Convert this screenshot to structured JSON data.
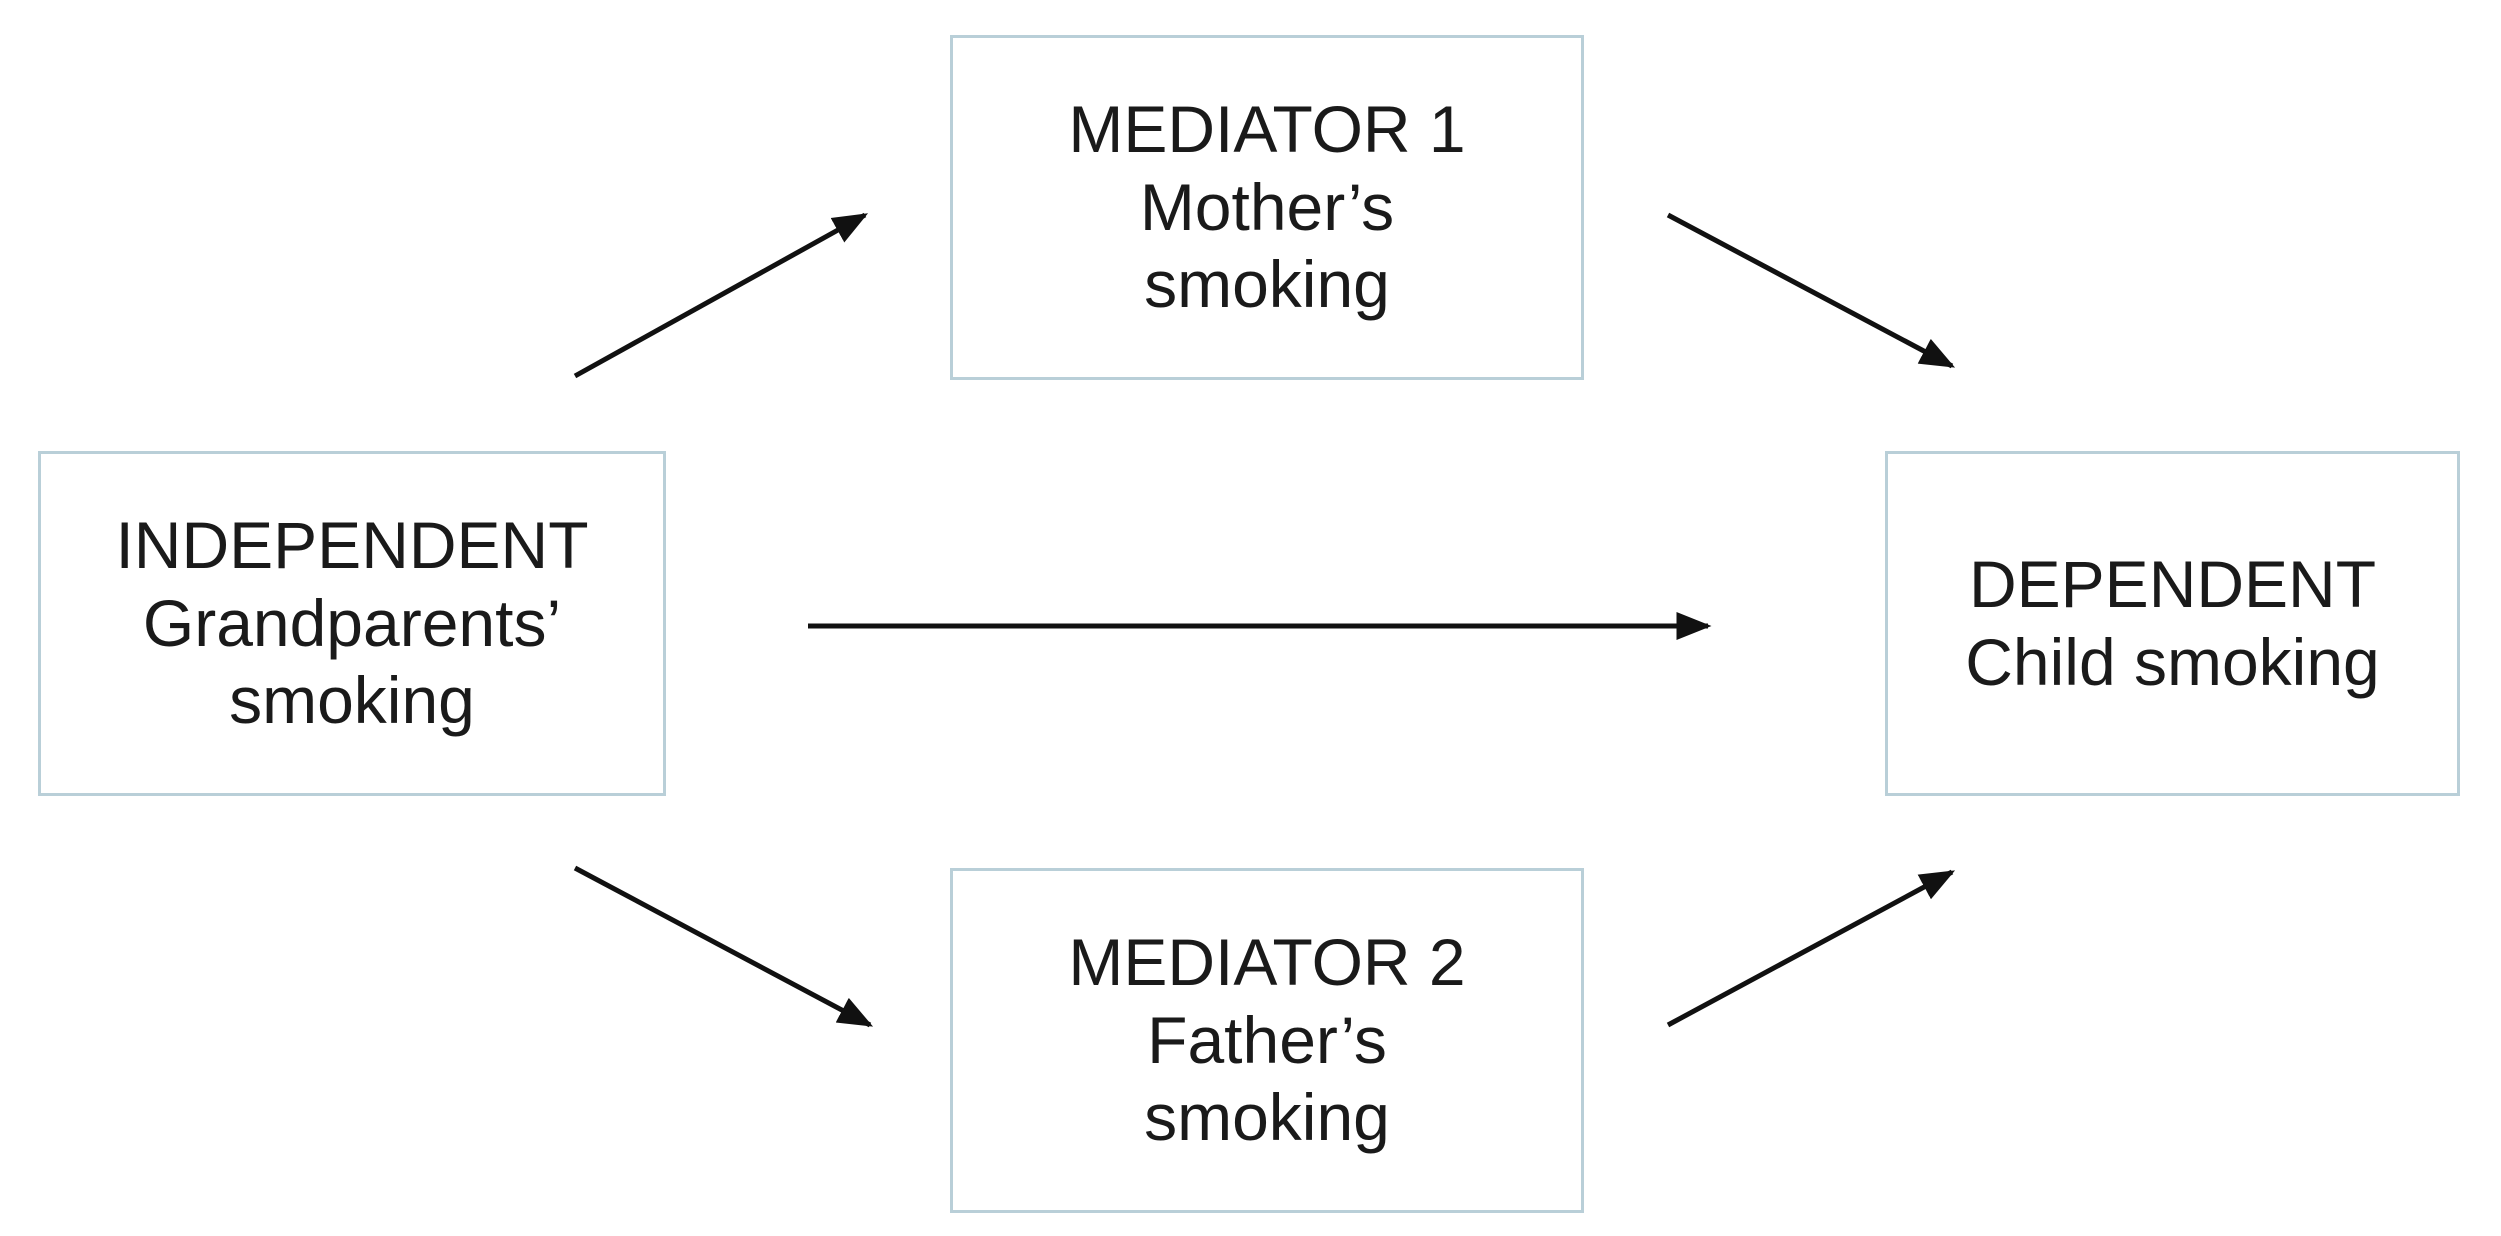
{
  "nodes": {
    "mediator_1": {
      "role": "MEDIATOR 1",
      "line2": "Mother’s",
      "line3": "smoking"
    },
    "mediator_2": {
      "role": "MEDIATOR 2",
      "line2": "Father’s",
      "line3": "smoking"
    },
    "independent": {
      "role": "INDEPENDENT",
      "line2": "Grandparents’",
      "line3": "smoking"
    },
    "dependent": {
      "role": "DEPENDENT",
      "line2": "Child smoking"
    }
  },
  "edges": [
    {
      "from": "independent",
      "to": "mediator_1"
    },
    {
      "from": "mediator_1",
      "to": "dependent"
    },
    {
      "from": "independent",
      "to": "dependent"
    },
    {
      "from": "independent",
      "to": "mediator_2"
    },
    {
      "from": "mediator_2",
      "to": "dependent"
    }
  ],
  "colors": {
    "box_border": "#b9cfd8",
    "arrow": "#111111",
    "text": "#1a1a1a"
  }
}
